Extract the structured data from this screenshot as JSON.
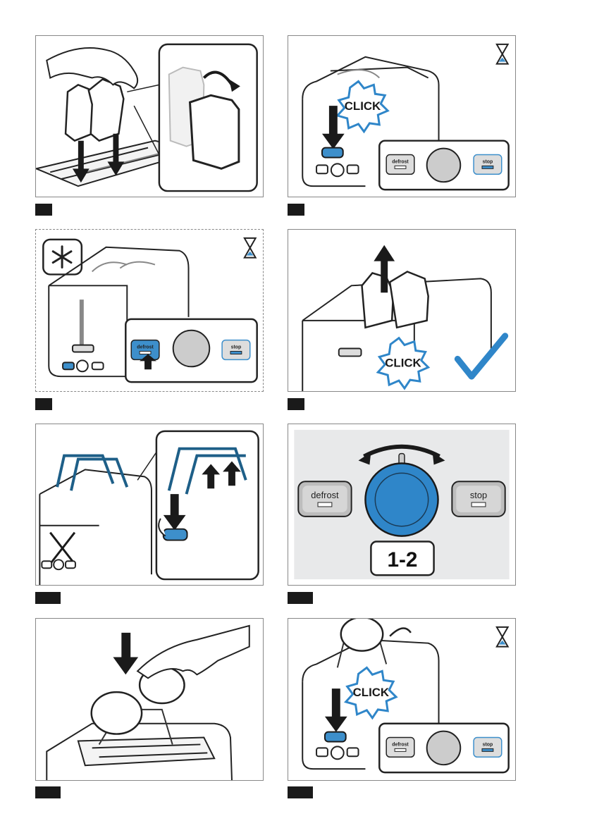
{
  "click_text": "CLICK",
  "defrost_label": "defrost",
  "stop_label": "stop",
  "browning_level": "1-2",
  "colors": {
    "accent_blue": "#3d8fcb",
    "click_blue": "#2f86c9",
    "check_blue": "#2f86c9",
    "outline": "#222222",
    "panel_gray": "#e8e9ea"
  },
  "icons": [
    "hand-icon",
    "toast-slice-icon",
    "down-arrow-icon",
    "up-arrow-icon",
    "hourglass-icon",
    "snowflake-icon",
    "checkmark-icon",
    "bun-icon",
    "rotate-arrow-icon",
    "cross-icon"
  ]
}
